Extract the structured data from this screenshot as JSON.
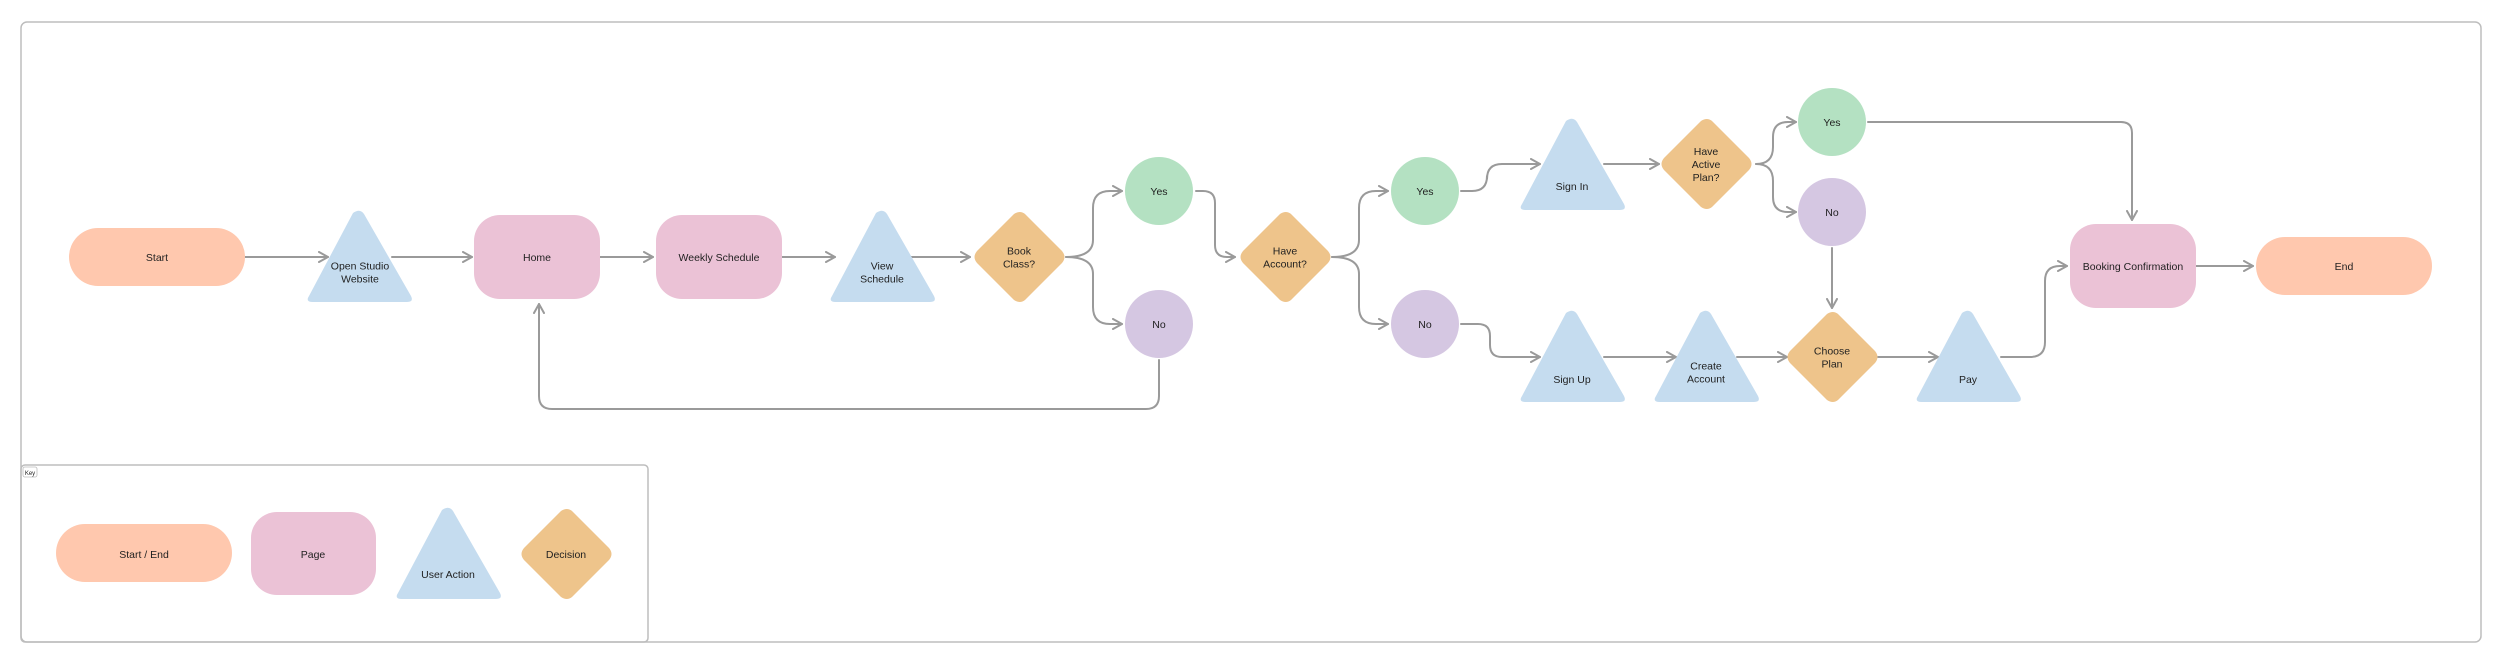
{
  "colors": {
    "start_end": "#FFC8AE",
    "page": "#EBC2D6",
    "user_action": "#C5DCEF",
    "decision": "#EEC48B",
    "yes": "#B4E1C2",
    "no": "#D5C7E2",
    "connector": "#9A9A9A",
    "frame": "#BDBDBD"
  },
  "nodes": {
    "start": "Start",
    "open_website": "Open Studio Website",
    "home": "Home",
    "weekly_schedule": "Weekly Schedule",
    "view_schedule": "View Schedule",
    "book_class": "Book Class?",
    "yes_book": "Yes",
    "no_book": "No",
    "have_account": "Have Account?",
    "yes_account": "Yes",
    "no_account": "No",
    "sign_in": "Sign In",
    "sign_up": "Sign Up",
    "have_active_plan": "Have Active Plan?",
    "yes_plan": "Yes",
    "no_plan": "No",
    "create_account": "Create Account",
    "choose_plan": "Choose Plan",
    "pay": "Pay",
    "booking_confirmation": "Booking Confirmation",
    "end": "End"
  },
  "key": {
    "title": "Key",
    "start_end": "Start / End",
    "page": "Page",
    "user_action": "User Action",
    "decision": "Decision"
  }
}
